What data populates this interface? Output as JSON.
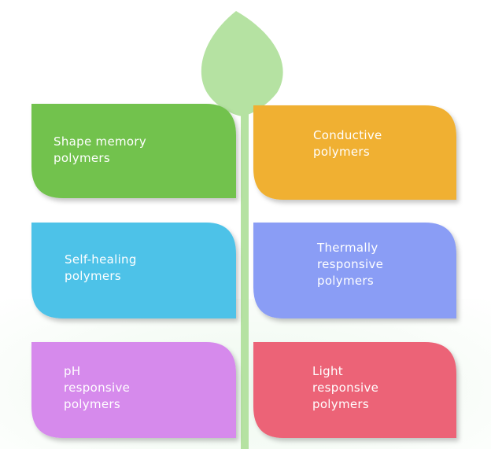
{
  "stem_color": "#b5e2a2",
  "items": [
    {
      "id": "shape",
      "lines": [
        "Shape memory",
        "polymers"
      ],
      "color": "#72c24e",
      "side": "left"
    },
    {
      "id": "conductive",
      "lines": [
        "Conductive",
        "polymers"
      ],
      "color": "#f0b030",
      "side": "right"
    },
    {
      "id": "selfheal",
      "lines": [
        "Self-healing",
        "polymers"
      ],
      "color": "#4ec2e8",
      "side": "left"
    },
    {
      "id": "thermal",
      "lines": [
        "Thermally",
        "responsive",
        "polymers"
      ],
      "color": "#8a9df5",
      "side": "right"
    },
    {
      "id": "ph",
      "lines": [
        "pH",
        "responsive",
        "polymers"
      ],
      "color": "#d68aec",
      "side": "left"
    },
    {
      "id": "light",
      "lines": [
        "Light",
        "responsive",
        "polymers"
      ],
      "color": "#ec6377",
      "side": "right"
    }
  ]
}
